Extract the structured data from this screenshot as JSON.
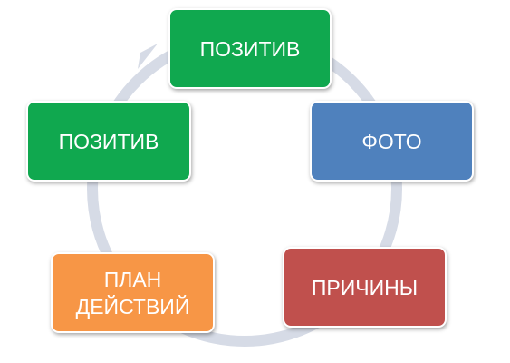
{
  "diagram": {
    "type": "cycle",
    "arrow_color": "#d6dbe6",
    "nodes": [
      {
        "id": "top",
        "label": "ПОЗИТИВ",
        "color": "#10a84f"
      },
      {
        "id": "right",
        "label": "ФОТО",
        "color": "#4f81bd"
      },
      {
        "id": "bottom-right",
        "label": "ПРИЧИНЫ",
        "color": "#c0504d"
      },
      {
        "id": "bottom-left",
        "label": "ПЛАН\nДЕЙСТВИЙ",
        "color": "#f79646"
      },
      {
        "id": "left",
        "label": "ПОЗИТИВ",
        "color": "#10a84f"
      }
    ]
  }
}
